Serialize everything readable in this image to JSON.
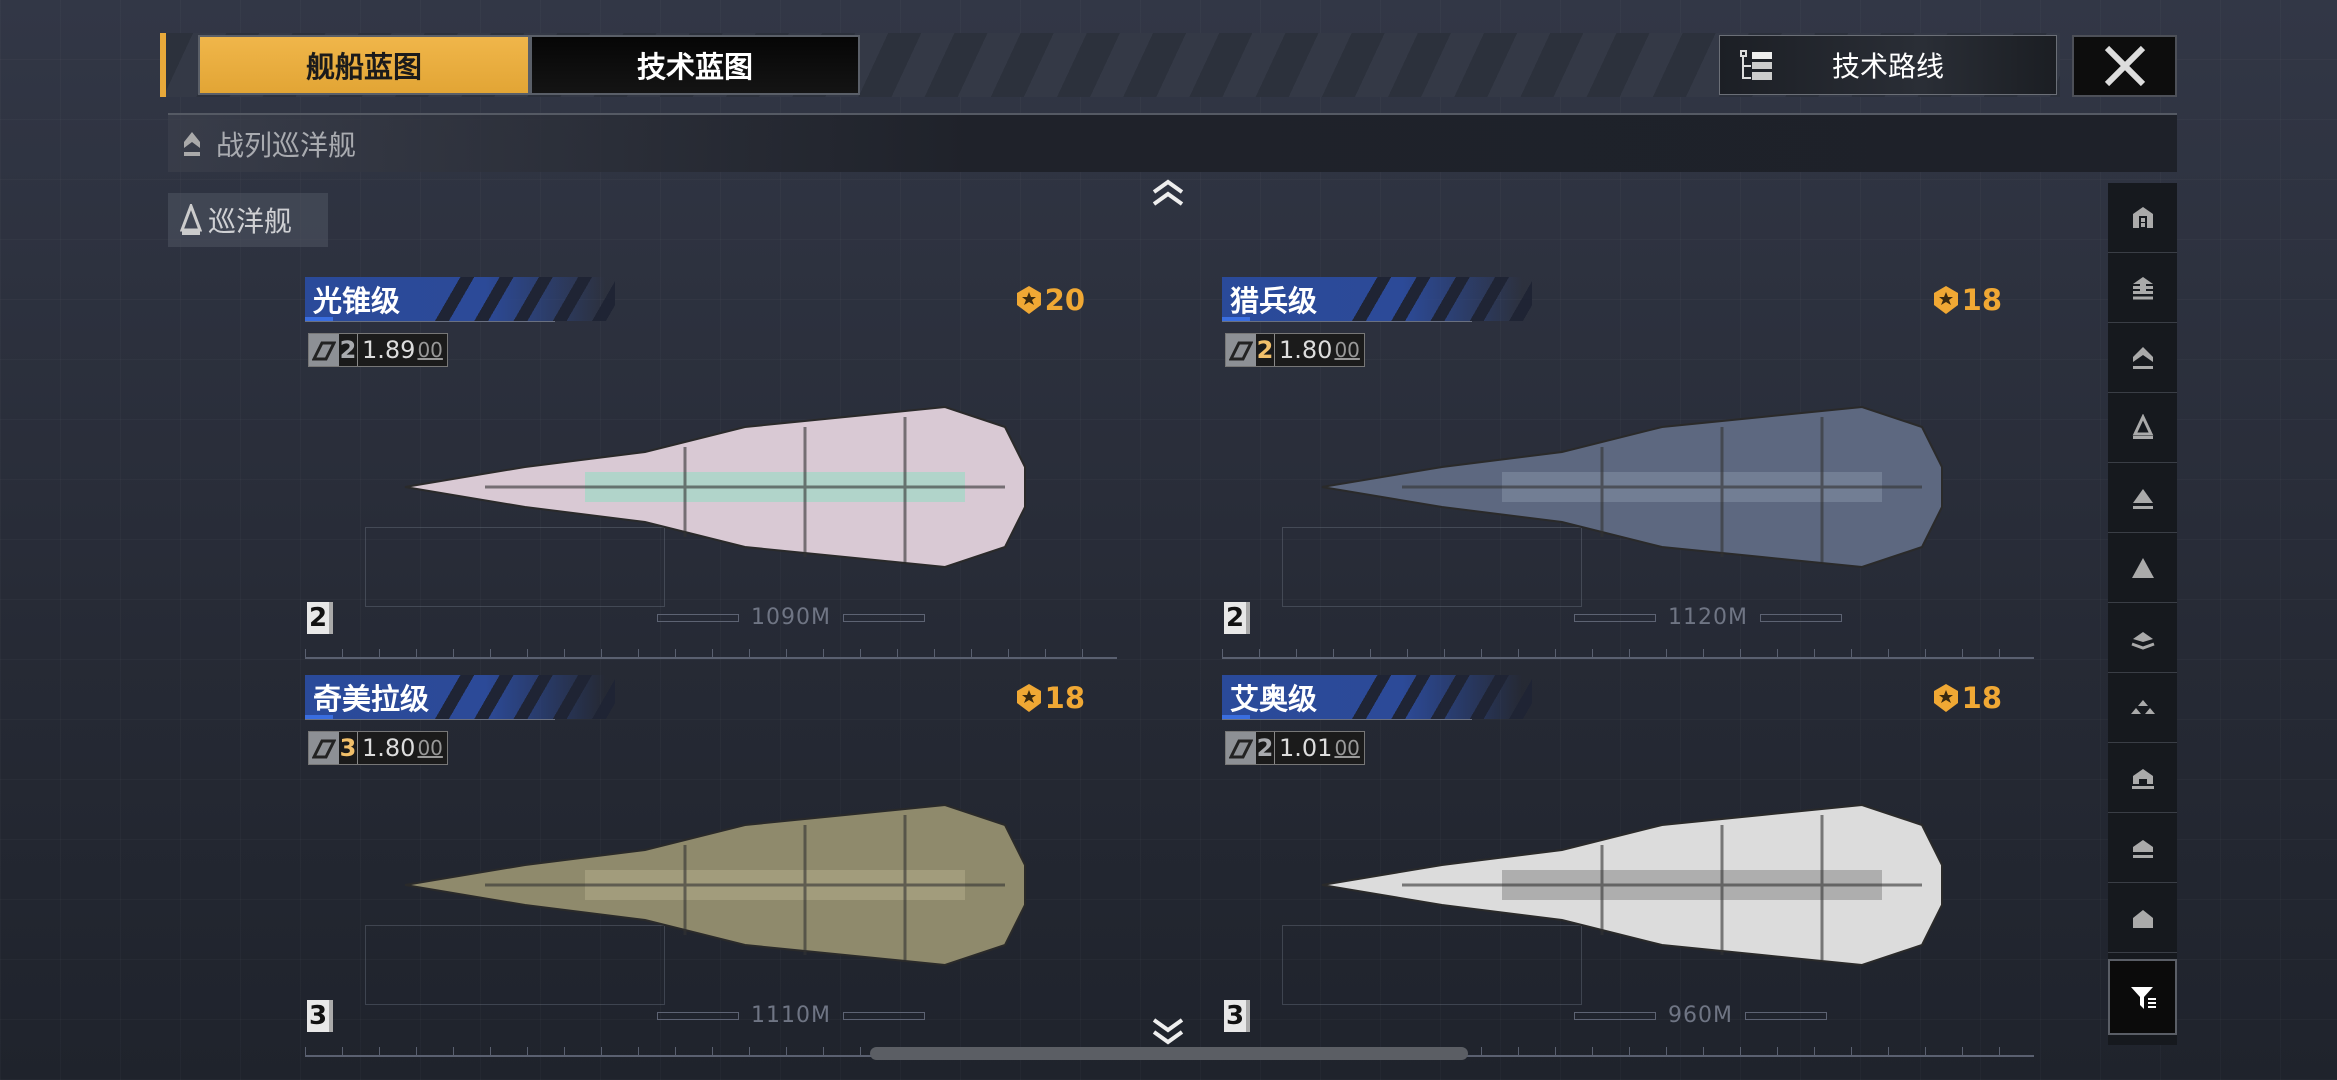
{
  "tabs": [
    {
      "label": "舰船蓝图",
      "active": true
    },
    {
      "label": "技术蓝图",
      "active": false
    }
  ],
  "tech_route_label": "技术路线",
  "category": {
    "label": "战列巡洋舰",
    "icon": "battlecruiser-icon"
  },
  "subcategory": {
    "label": "巡洋舰",
    "icon": "cruiser-icon"
  },
  "accent_color": "#e8a93a",
  "cost_color": "#f0a834",
  "ships": [
    {
      "name": "光锥级",
      "cost": "20",
      "stat_level": "2",
      "stat_value": "1.89",
      "stat_decimal": "00",
      "stat_icon": "speed-icon",
      "rank": "2",
      "length": "1090M",
      "hull_color": "#d9c9d4",
      "accent": "#9fd9c6"
    },
    {
      "name": "猎兵级",
      "cost": "18",
      "stat_level": "2",
      "stat_value": "1.80",
      "stat_decimal": "00",
      "stat_icon": "missile-icon",
      "rank": "2",
      "length": "1120M",
      "hull_color": "#5d6880",
      "accent": "#7c879c"
    },
    {
      "name": "奇美拉级",
      "cost": "18",
      "stat_level": "3",
      "stat_value": "1.80",
      "stat_decimal": "00",
      "stat_icon": "speed-icon",
      "rank": "3",
      "length": "1110M",
      "hull_color": "#8f8a6c",
      "accent": "#a9a483"
    },
    {
      "name": "艾奥级",
      "cost": "18",
      "stat_level": "2",
      "stat_value": "1.01",
      "stat_decimal": "00",
      "stat_icon": "shield-gear-icon",
      "rank": "3",
      "length": "960M",
      "hull_color": "#dcdcdc",
      "accent": "#9a9a9a"
    }
  ],
  "sidebar_filters": [
    "carrier",
    "battleship",
    "battlecruiser",
    "cruiser",
    "destroyer",
    "frigate",
    "corvette",
    "fighter-squadron",
    "auxiliary",
    "support",
    "utility",
    "filter"
  ]
}
